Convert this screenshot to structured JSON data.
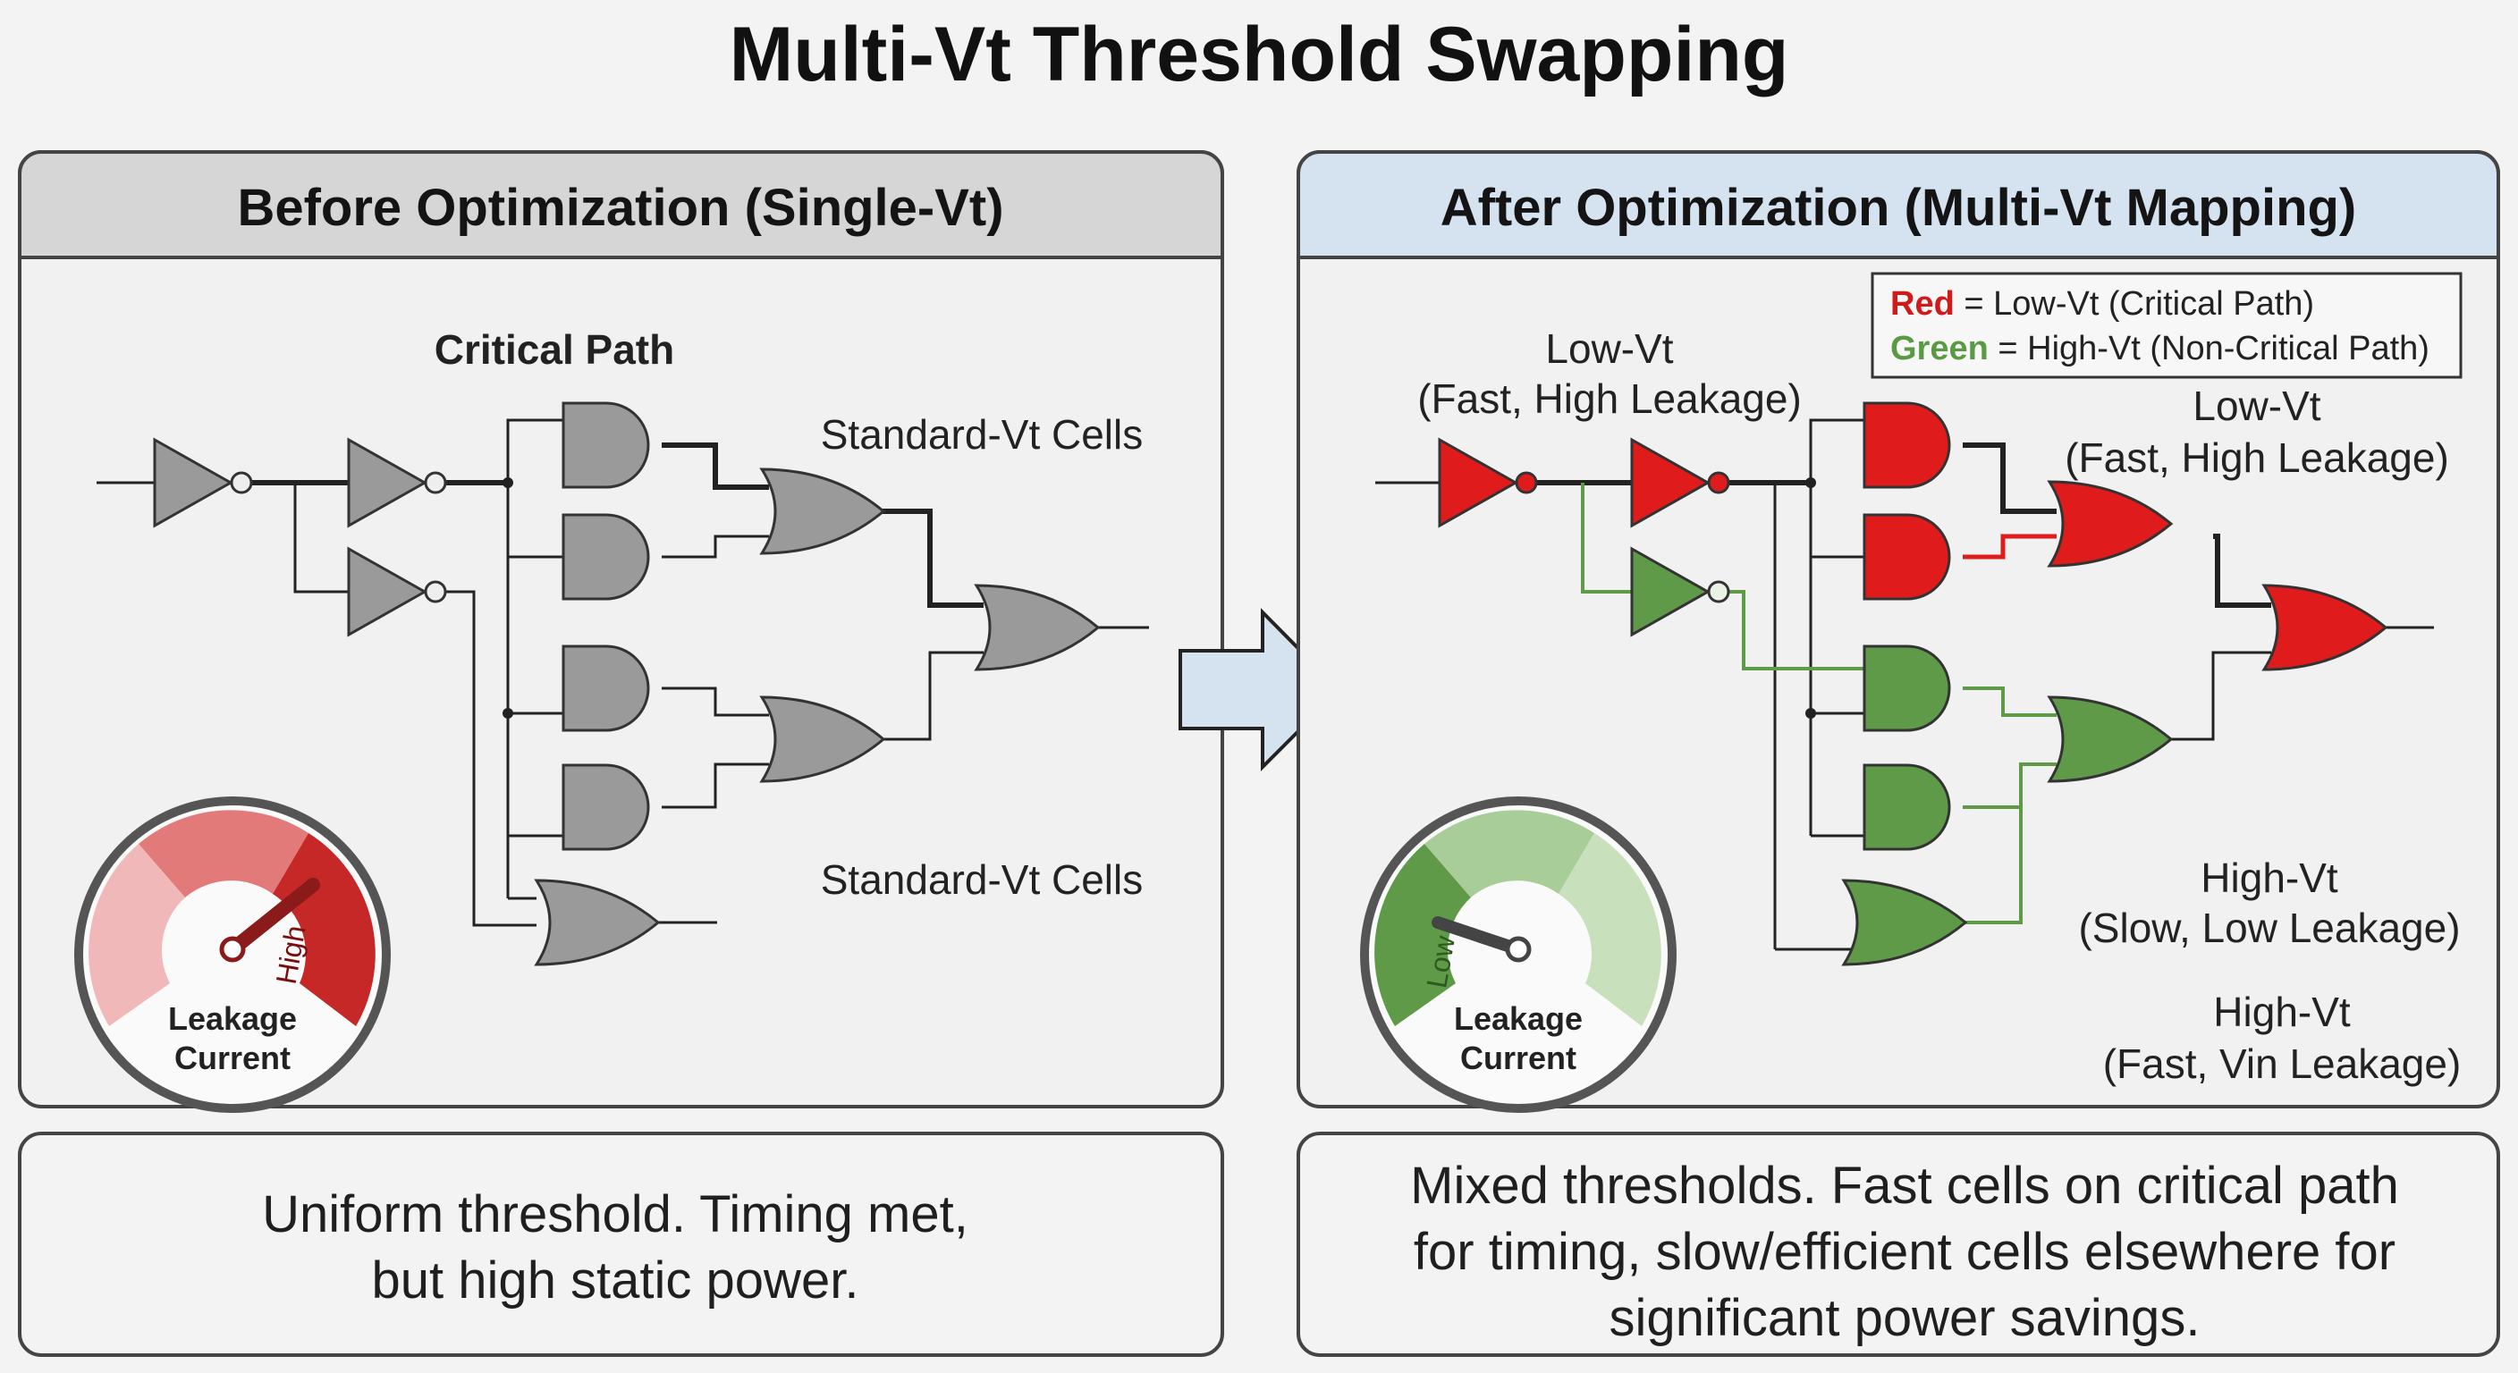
{
  "title": "Multi-Vt Threshold Swapping",
  "before": {
    "header": "Before Optimization (Single-Vt)",
    "critical_path_label": "Critical Path",
    "cells_label_top": "Standard-Vt Cells",
    "cells_label_bottom": "Standard-Vt Cells",
    "gauge": {
      "level_label": "High",
      "caption_line1": "Leakage",
      "caption_line2": "Current",
      "color": "#c62828",
      "level": "high"
    },
    "caption_lines": [
      "Uniform threshold. Timing met,",
      "but high static power."
    ]
  },
  "after": {
    "header": "After Optimization (Multi-Vt Mapping)",
    "legend": {
      "red_word": "Red",
      "red_text": " = Low-Vt (Critical Path)",
      "green_word": "Green",
      "green_text": " = High-Vt (Non-Critical Path)"
    },
    "label_left_line1": "Low-Vt",
    "label_left_line2": "(Fast, High Leakage)",
    "label_right_line1": "Low-Vt",
    "label_right_line2": "(Fast, High Leakage)",
    "label_high1_line1": "High-Vt",
    "label_high1_line2": "(Slow, Low Leakage)",
    "label_high2_line1": "High-Vt",
    "label_high2_line2": "(Fast, Vin Leakage)",
    "gauge": {
      "level_label": "Low",
      "caption_line1": "Leakage",
      "caption_line2": "Current",
      "color": "#5a9a44",
      "level": "low"
    },
    "caption_lines": [
      "Mixed thresholds. Fast cells on critical path",
      "for timing, slow/efficient cells elsewhere for",
      "significant power savings."
    ]
  },
  "colors": {
    "standard_vt": "#9a9a9a",
    "low_vt": "#e01b1b",
    "high_vt": "#5f9a48",
    "header_before": "#d6d6d6",
    "header_after": "#d5e3f0"
  }
}
